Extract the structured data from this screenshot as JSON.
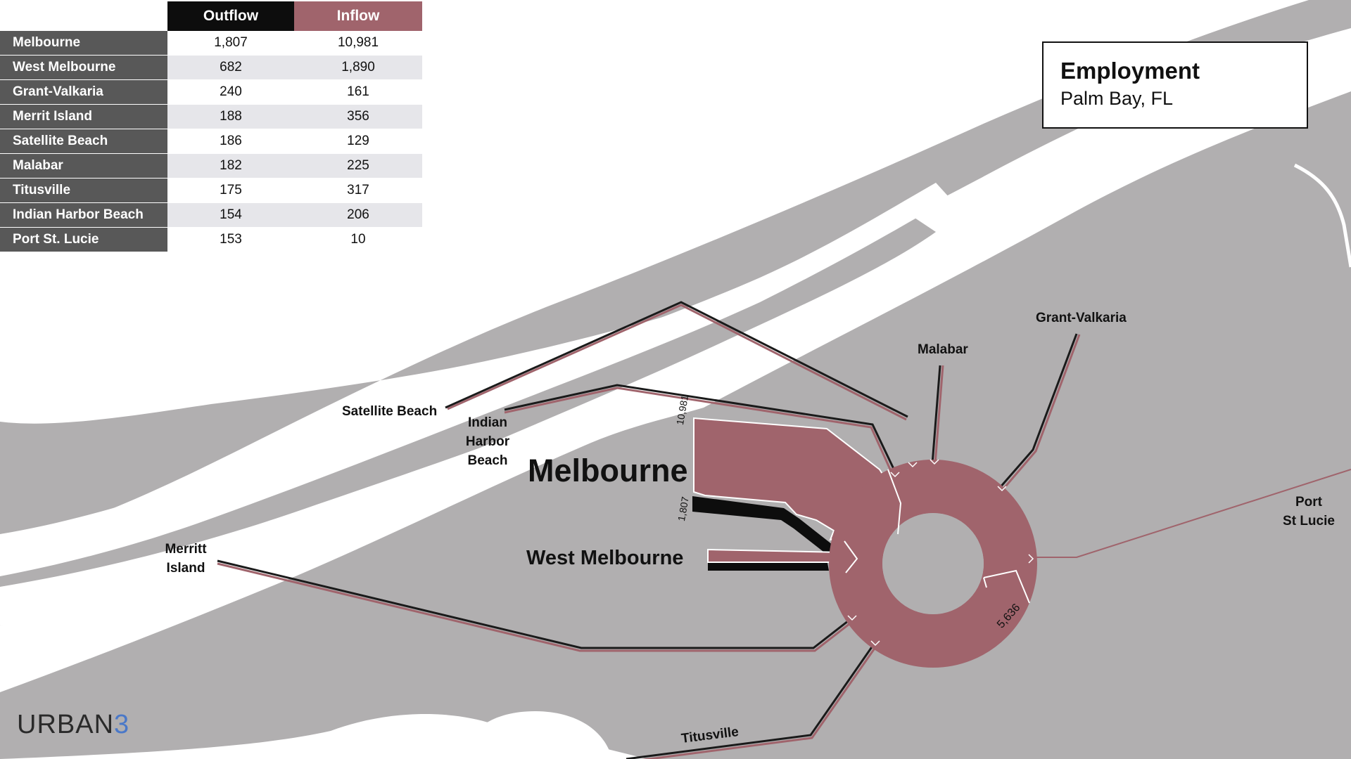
{
  "colors": {
    "outflow": "#0d0d0d",
    "inflow": "#a0646c",
    "land": "#b1afb0",
    "water": "#ffffff"
  },
  "table": {
    "headers": {
      "outflow": "Outflow",
      "inflow": "Inflow"
    },
    "rows": [
      {
        "name": "Melbourne",
        "outflow": "1,807",
        "inflow": "10,981"
      },
      {
        "name": "West Melbourne",
        "outflow": "682",
        "inflow": "1,890"
      },
      {
        "name": "Grant-Valkaria",
        "outflow": "240",
        "inflow": "161"
      },
      {
        "name": "Merrit Island",
        "outflow": "188",
        "inflow": "356"
      },
      {
        "name": "Satellite Beach",
        "outflow": "186",
        "inflow": "129"
      },
      {
        "name": "Malabar",
        "outflow": "182",
        "inflow": "225"
      },
      {
        "name": "Titusville",
        "outflow": "175",
        "inflow": "317"
      },
      {
        "name": "Indian Harbor Beach",
        "outflow": "154",
        "inflow": "206"
      },
      {
        "name": "Port St. Lucie",
        "outflow": "153",
        "inflow": "10"
      }
    ]
  },
  "title": {
    "main": "Employment",
    "sub": "Palm Bay, FL"
  },
  "map_labels": {
    "satellite_beach": "Satellite Beach",
    "indian_harbor_beach": [
      "Indian",
      "Harbor",
      "Beach"
    ],
    "melbourne": "Melbourne",
    "west_melbourne": "West Melbourne",
    "merritt_island": [
      "Merritt",
      "Island"
    ],
    "malabar": "Malabar",
    "grant_valkaria": "Grant-Valkaria",
    "port_st_lucie": [
      "Port",
      "St Lucie"
    ],
    "titusville": "Titusville"
  },
  "flow_values": {
    "melbourne_inflow": "10,981",
    "melbourne_outflow": "1,807",
    "ring_total": "5,636"
  },
  "logo": {
    "text": "URBAN",
    "accent": "3"
  }
}
